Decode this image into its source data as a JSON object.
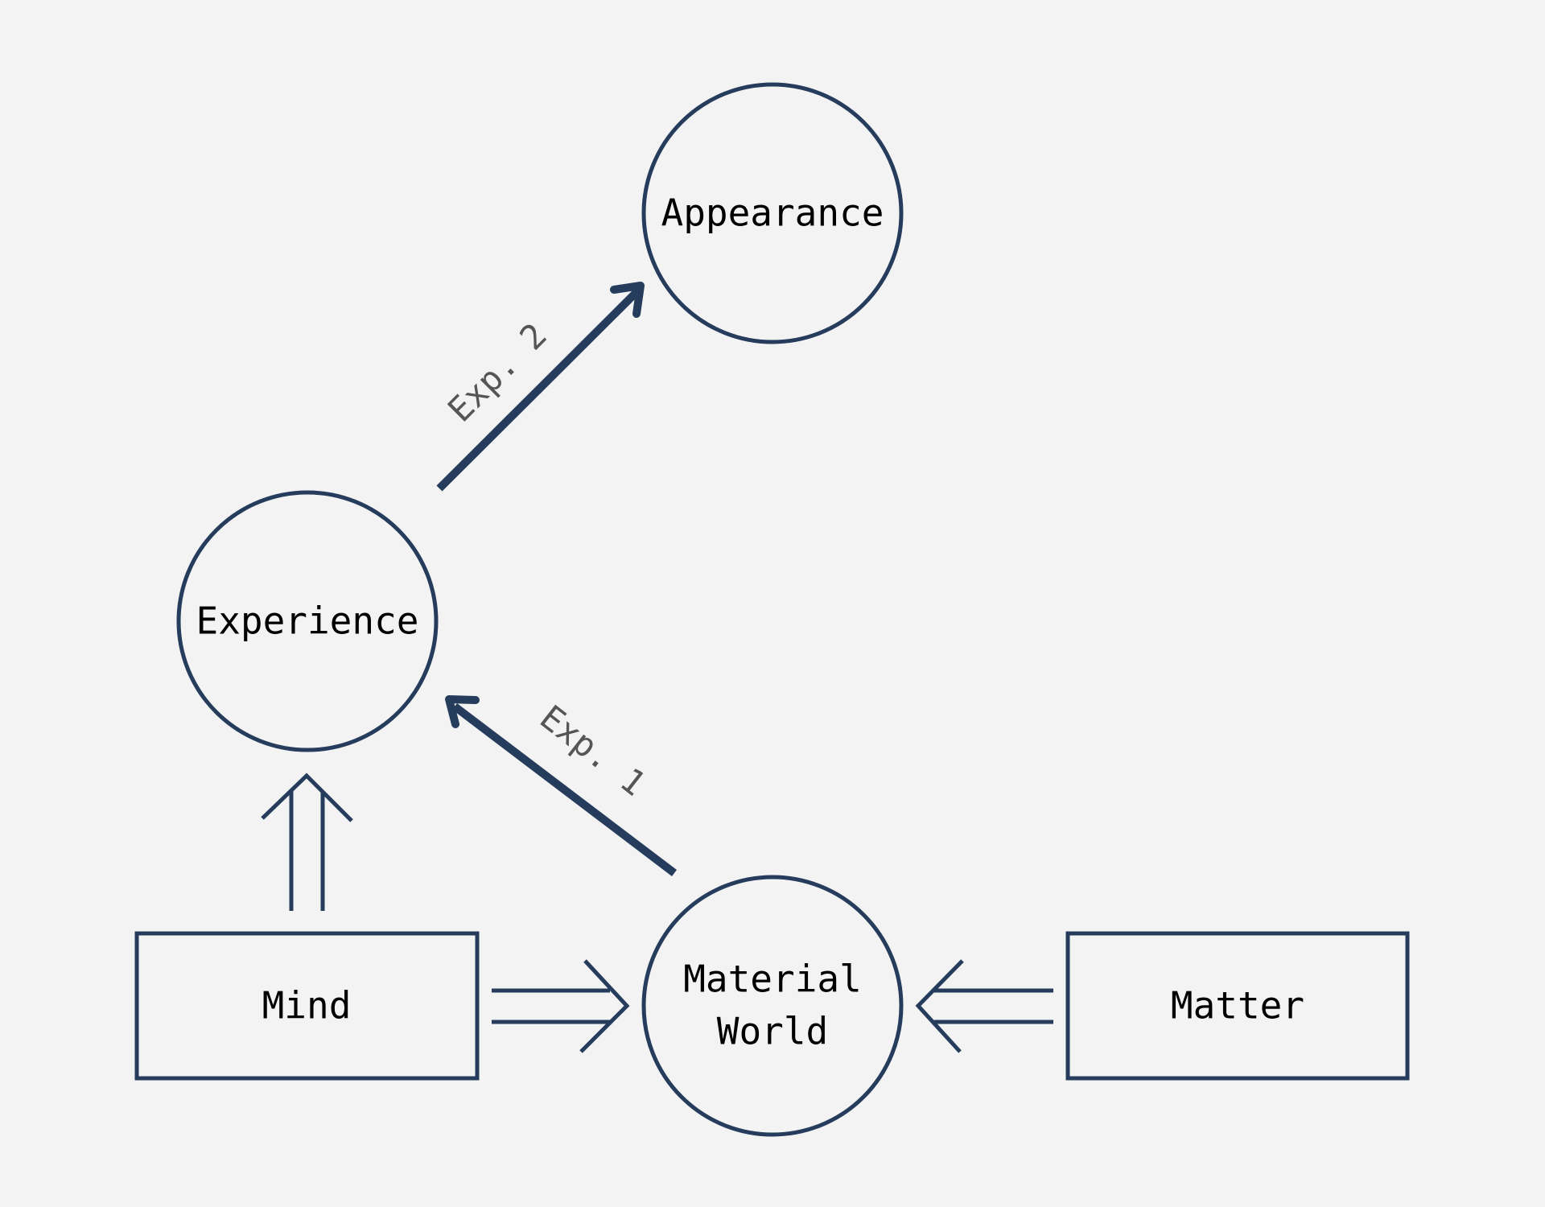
{
  "colors": {
    "background": "#f3f3f3",
    "stroke": "#263c5c",
    "label_text": "#000000",
    "edge_label_text": "#555555"
  },
  "nodes": {
    "appearance": {
      "label": "Appearance"
    },
    "experience": {
      "label": "Experience"
    },
    "material_world": {
      "label_line1": "Material",
      "label_line2": "World"
    },
    "mind": {
      "label": "Mind"
    },
    "matter": {
      "label": "Matter"
    }
  },
  "edges": {
    "exp1": {
      "label": "Exp. 1"
    },
    "exp2": {
      "label": "Exp. 2"
    }
  }
}
